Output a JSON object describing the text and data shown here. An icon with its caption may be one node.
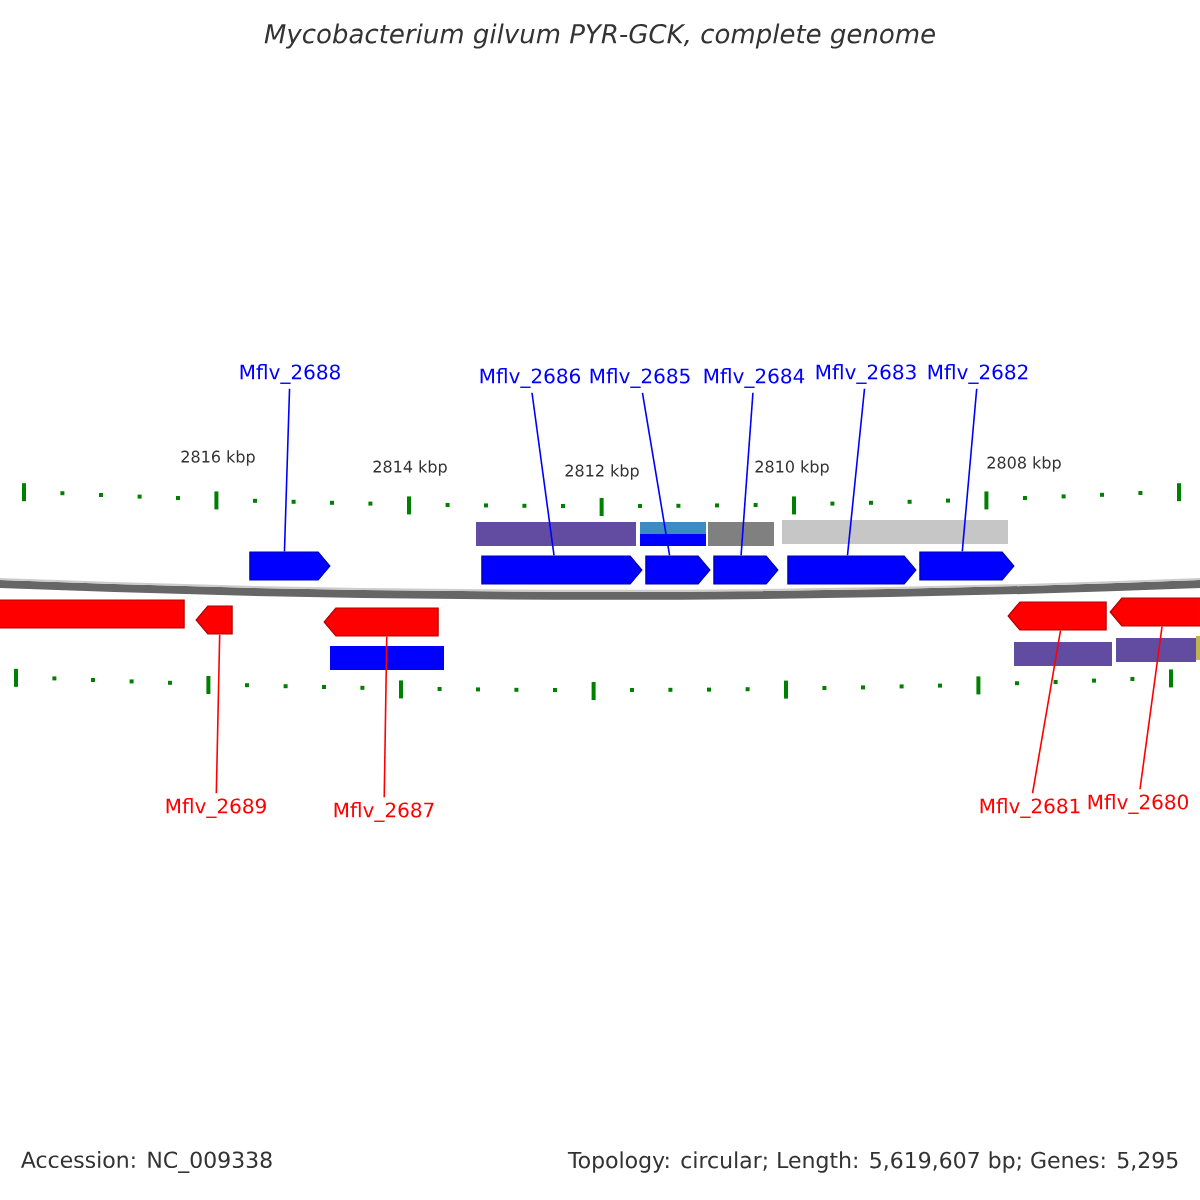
{
  "diagram": {
    "title": "Mycobacterium gilvum PYR-GCK, complete genome",
    "nodes": [
      {
        "text": [
          "Mflv_2688"
        ]
      },
      {
        "text": [
          "Mflv_2686"
        ]
      },
      {
        "text": [
          "Mflv_2685"
        ]
      },
      {
        "text": [
          "Mflv_2684"
        ]
      },
      {
        "text": [
          "Mflv_2683"
        ]
      },
      {
        "text": [
          "Mflv_2682"
        ]
      },
      {
        "text": [],
        "shape": "pentagon"
      },
      {
        "text": [],
        "shape": "pentagon"
      },
      {
        "text": [],
        "shape": "pentagon"
      },
      {
        "text": [],
        "shape": "pentagon"
      },
      {
        "text": [],
        "shape": "pentagon"
      },
      {
        "text": [],
        "shape": "pentagon"
      },
      {
        "text": [],
        "shape": "pentagon"
      },
      {
        "text": [],
        "shape": "pentagon"
      },
      {
        "text": [],
        "shape": "pentagon"
      },
      {
        "text": [],
        "shape": "pentagon"
      },
      {
        "text": [],
        "shape": "pentagon"
      },
      {
        "text": [
          "Mflv_2689"
        ]
      },
      {
        "text": [
          "Mflv_2687"
        ]
      },
      {
        "text": [
          "Mflv_2681"
        ]
      },
      {
        "text": [
          "Mflv_2680"
        ]
      }
    ],
    "edges": [
      {
        "from": 0,
        "to": 8,
        "arrow": "none",
        "color": "#0000ff"
      },
      {
        "from": 1,
        "to": 10,
        "arrow": "none",
        "color": "#0000ff"
      },
      {
        "from": 2,
        "to": 11,
        "arrow": "none",
        "color": "#0000ff"
      },
      {
        "from": 3,
        "to": 12,
        "arrow": "none",
        "color": "#0000ff"
      },
      {
        "from": 4,
        "to": 13,
        "arrow": "none",
        "color": "#0000ff"
      },
      {
        "from": 5,
        "to": 14,
        "arrow": "none",
        "color": "#0000ff"
      },
      {
        "from": 17,
        "to": 7,
        "arrow": "none",
        "color": "#ff0000"
      },
      {
        "from": 18,
        "to": 9,
        "arrow": "none",
        "color": "#ff0000"
      },
      {
        "from": 19,
        "to": 15,
        "arrow": "none",
        "color": "#ff0000"
      },
      {
        "from": 20,
        "to": 16,
        "arrow": "none",
        "color": "#ff0000"
      }
    ],
    "labels": [
      "2816 kbp",
      "2814 kbp",
      "2812 kbp",
      "2810 kbp",
      "2808 kbp",
      "Accession: NC_009338",
      "Topology: circular; Length: 5,619,607 bp; Genes: 5,295"
    ]
  }
}
